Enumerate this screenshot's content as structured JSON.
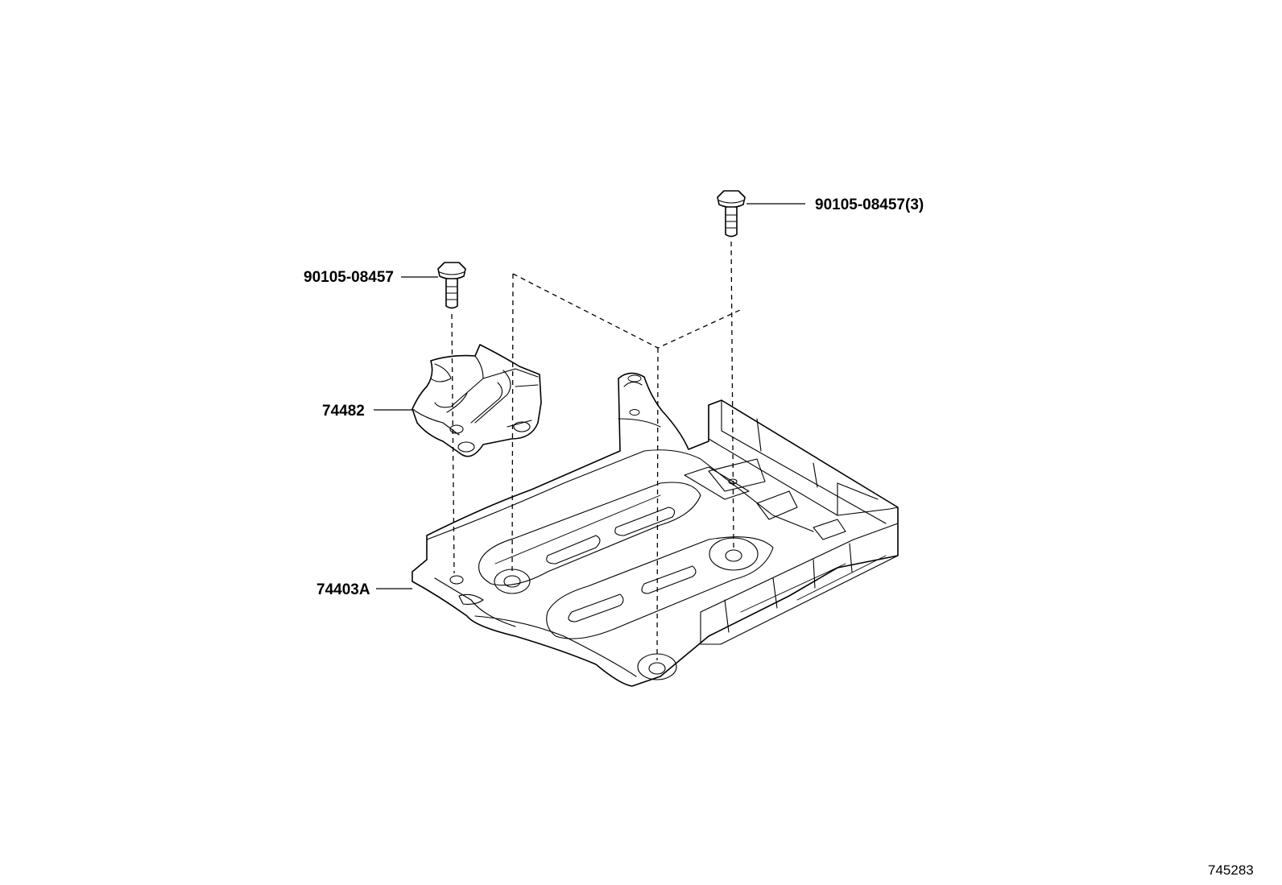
{
  "labels": {
    "bolt_single": "90105-08457",
    "bolt_triple": "90105-08457(3)",
    "bracket": "74482",
    "cover": "74403A"
  },
  "diagram_id": "745283",
  "colors": {
    "line": "#000000",
    "background": "#ffffff"
  }
}
